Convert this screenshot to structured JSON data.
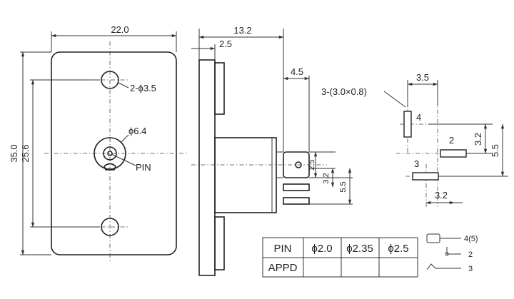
{
  "front_view": {
    "width_dim": "22.0",
    "height_dim": "35.0",
    "hole_spacing_dim": "25.6",
    "mount_hole_label": "2-ϕ3.5",
    "jack_dia_label": "ϕ6.4",
    "pin_label": "PIN"
  },
  "side_view": {
    "depth_dim": "13.2",
    "flange_dim": "2.5",
    "pin_offset_dim": "4.5",
    "pin_width_dim": "2.5",
    "pin_len_dim": "3.2",
    "pin_total_dim": "5.5"
  },
  "pin_layout": {
    "slot_label": "3-(3.0×0.8)",
    "top_dim": "3.5",
    "right_dim_a": "3.2",
    "right_dim_b": "5.5",
    "bottom_dim": "3.2",
    "pin4_label": "4",
    "pin2_label": "2",
    "pin3_label": "3"
  },
  "table": {
    "headers": [
      "PIN",
      "ϕ2.0",
      "ϕ2.35",
      "ϕ2.5"
    ],
    "row_label": "APPD"
  },
  "schematic": {
    "label_45": "4(5)",
    "label_2": "2",
    "label_3": "3"
  }
}
